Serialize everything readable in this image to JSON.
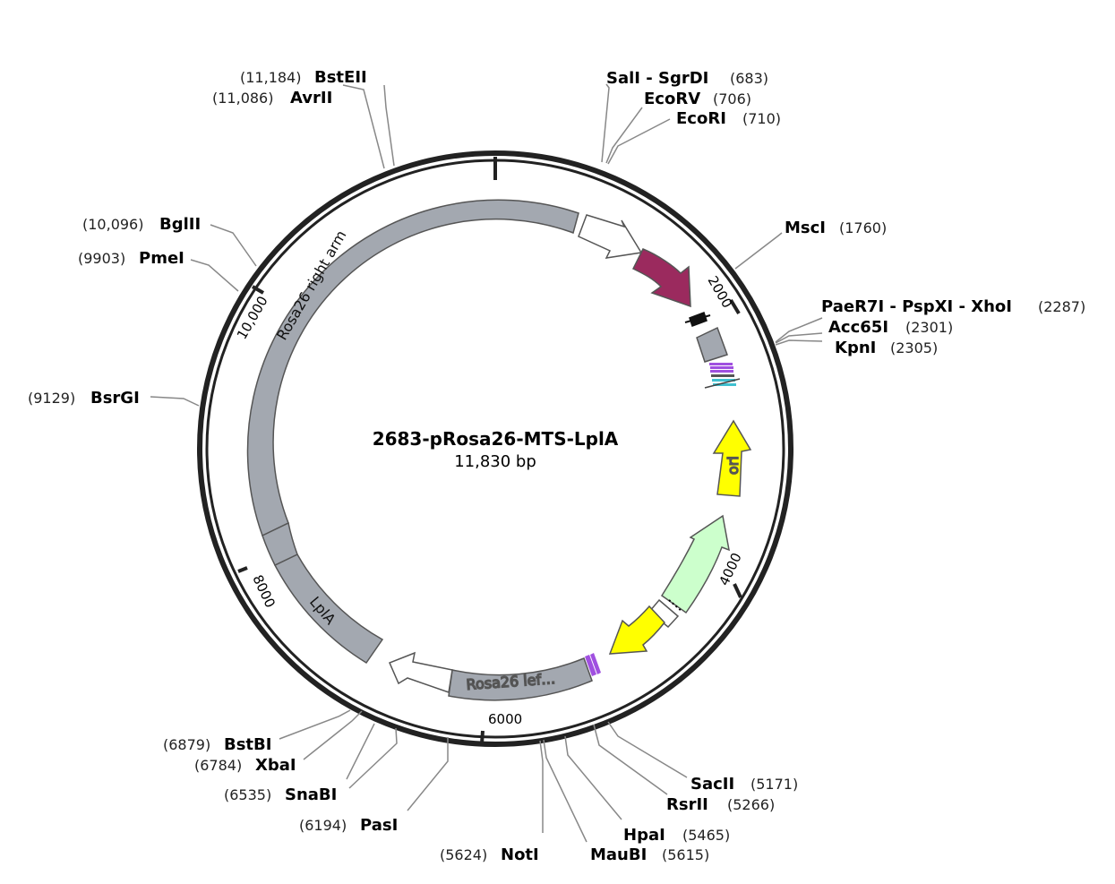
{
  "plasmid": {
    "name": "2683-pRosa26-MTS-LplA",
    "length_label": "11,830 bp"
  },
  "ticks": [
    {
      "label": "2000"
    },
    {
      "label": "4000"
    },
    {
      "label": "6000"
    },
    {
      "label": "8000"
    },
    {
      "label": "10,000"
    }
  ],
  "features": [
    {
      "id": "rosa26-right-arm",
      "label": "Rosa26 right arm",
      "color": "#a3a8b0"
    },
    {
      "id": "arrow-white-top",
      "label": "",
      "color": "#ffffff"
    },
    {
      "id": "arrow-maroon",
      "label": "",
      "color": "#9b2a5e"
    },
    {
      "id": "small-black",
      "label": "",
      "color": "#111111"
    },
    {
      "id": "small-gray-block",
      "label": "",
      "color": "#a3a8b0"
    },
    {
      "id": "small-purple-stripes",
      "label": "",
      "color": "#a050e0"
    },
    {
      "id": "small-cyan-stripes",
      "label": "",
      "color": "#40c0d0"
    },
    {
      "id": "ori",
      "label": "ori",
      "color": "#ffff00"
    },
    {
      "id": "arrow-lightgreen",
      "label": "",
      "color": "#ccffcc"
    },
    {
      "id": "small-white-1",
      "label": "",
      "color": "#ffffff"
    },
    {
      "id": "arrow-yellow-lower",
      "label": "",
      "color": "#ffff00"
    },
    {
      "id": "purple-stripes-lower",
      "label": "",
      "color": "#a050e0"
    },
    {
      "id": "rosa26-left-arm",
      "label": "Rosa26 lef…",
      "color": "#a3a8b0"
    },
    {
      "id": "arrow-white-bottom",
      "label": "",
      "color": "#ffffff"
    },
    {
      "id": "lpla",
      "label": "LplA",
      "color": "#a3a8b0"
    },
    {
      "id": "gray-small-left",
      "label": "",
      "color": "#a3a8b0"
    }
  ],
  "sites": [
    {
      "name": "BstEII",
      "position": "(11,184)"
    },
    {
      "name": "AvrII",
      "position": "(11,086)"
    },
    {
      "name": "SalI - SgrDI",
      "position": "(683)"
    },
    {
      "name": "EcoRV",
      "position": "(706)"
    },
    {
      "name": "EcoRI",
      "position": "(710)"
    },
    {
      "name": "BglII",
      "position": "(10,096)"
    },
    {
      "name": "PmeI",
      "position": "(9903)"
    },
    {
      "name": "MscI",
      "position": "(1760)"
    },
    {
      "name": "PaeR7I - PspXI - XhoI",
      "position": "(2287)"
    },
    {
      "name": "Acc65I",
      "position": "(2301)"
    },
    {
      "name": "KpnI",
      "position": "(2305)"
    },
    {
      "name": "BsrGI",
      "position": "(9129)"
    },
    {
      "name": "BstBI",
      "position": "(6879)"
    },
    {
      "name": "XbaI",
      "position": "(6784)"
    },
    {
      "name": "SnaBI",
      "position": "(6535)"
    },
    {
      "name": "PasI",
      "position": "(6194)"
    },
    {
      "name": "NotI",
      "position": "(5624)"
    },
    {
      "name": "MauBI",
      "position": "(5615)"
    },
    {
      "name": "HpaI",
      "position": "(5465)"
    },
    {
      "name": "RsrII",
      "position": "(5266)"
    },
    {
      "name": "SacII",
      "position": "(5171)"
    }
  ]
}
